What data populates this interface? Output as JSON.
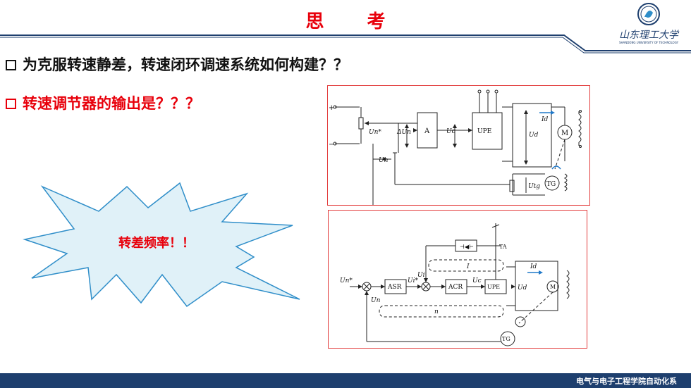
{
  "slide": {
    "title": "思 考",
    "question1": "为克服转速静差，转速闭环调速系统如何构建？？",
    "question2": "转速调节器的输出是？？？",
    "callout": "转差频率！！",
    "footer": "电气与电子工程学院自动化系"
  },
  "logo": {
    "text": "山东理工大学",
    "subtext": "SHANDONG UNIVERSITY OF TECHNOLOGY"
  },
  "diagram1": {
    "block_a": "A",
    "block_upe": "UPE",
    "motor": "M",
    "tach": "TG",
    "u_n_star": "Un*",
    "delta_un": "ΔUn",
    "u_n": "Un",
    "u_c": "Uc",
    "u_d": "Ud",
    "i_d": "Id",
    "u_tg": "Utg",
    "plus": "+",
    "minus": "−"
  },
  "diagram2": {
    "block_asr": "ASR",
    "block_acr": "ACR",
    "block_upe": "UPE",
    "motor": "M",
    "tach": "TG",
    "ta": "TA",
    "u_n_star": "Un*",
    "u_i_star": "Ui*",
    "u_i": "Ui",
    "u_c": "Uc",
    "u_d": "Ud",
    "i_d": "Id",
    "u_n": "Un",
    "loop_i": "I",
    "loop_n": "n",
    "plus": "+",
    "minus": "−"
  },
  "colors": {
    "title": "#e8000b",
    "question2": "#e8000b",
    "header_line": "#1e3f6e",
    "footer_bg": "#1e3f6e",
    "frame": "#e23b3b",
    "burst_fill": "#e0f1f8",
    "burst_stroke": "#2f8ec9",
    "arrow_blue": "#1f78c8"
  }
}
